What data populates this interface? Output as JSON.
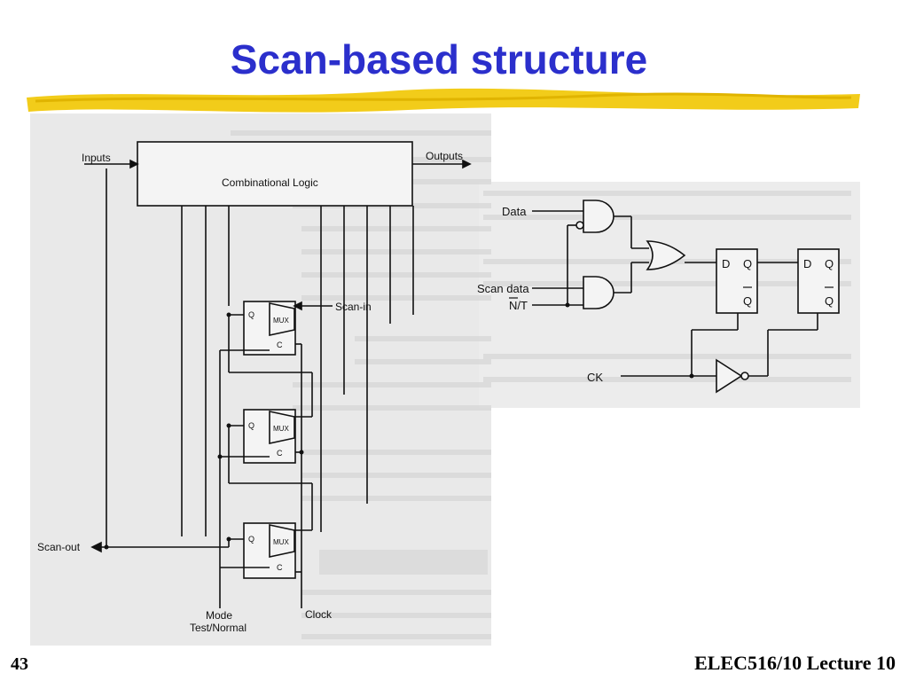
{
  "slide": {
    "title": "Scan-based structure",
    "page_number": "43",
    "course": "ELEC516/10 Lecture 10"
  },
  "left_diagram": {
    "inputs": "Inputs",
    "outputs": "Outputs",
    "block": "Combinational Logic",
    "scan_in": "Scan-in",
    "scan_out": "Scan-out",
    "mux": "MUX",
    "q": "Q",
    "c": "C",
    "mode": "Mode",
    "test_normal": "Test/Normal",
    "clock": "Clock"
  },
  "right_diagram": {
    "data": "Data",
    "scan_data": "Scan data",
    "nt": "N/T",
    "ck": "CK",
    "d": "D",
    "q": "Q",
    "qbar": "Q"
  },
  "colors": {
    "title": "#2b2fcc",
    "highlight": "#f2cc1a"
  }
}
